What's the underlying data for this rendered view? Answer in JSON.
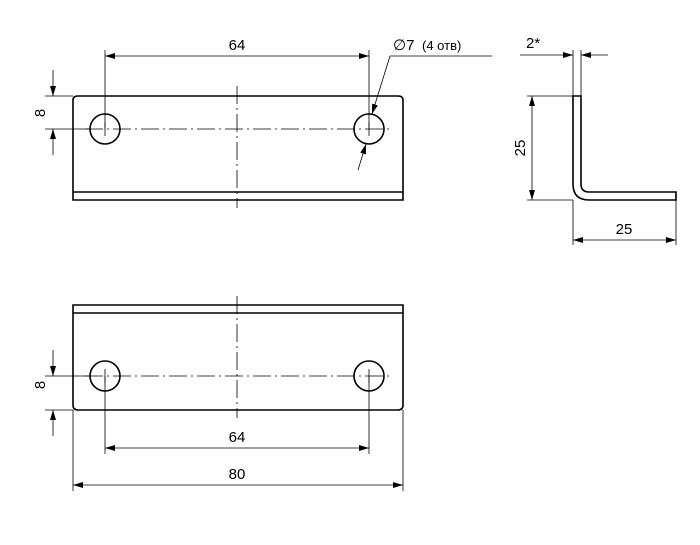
{
  "drawing": {
    "top_view": {
      "hole_spacing": "64",
      "edge_to_hole": "8",
      "hole_callout": "∅7",
      "hole_count_note": "(4 отв)"
    },
    "side_view": {
      "thickness": "2*",
      "height": "25",
      "width": "25"
    },
    "bottom_view": {
      "edge_to_hole": "8",
      "hole_spacing": "64",
      "overall_length": "80"
    }
  }
}
